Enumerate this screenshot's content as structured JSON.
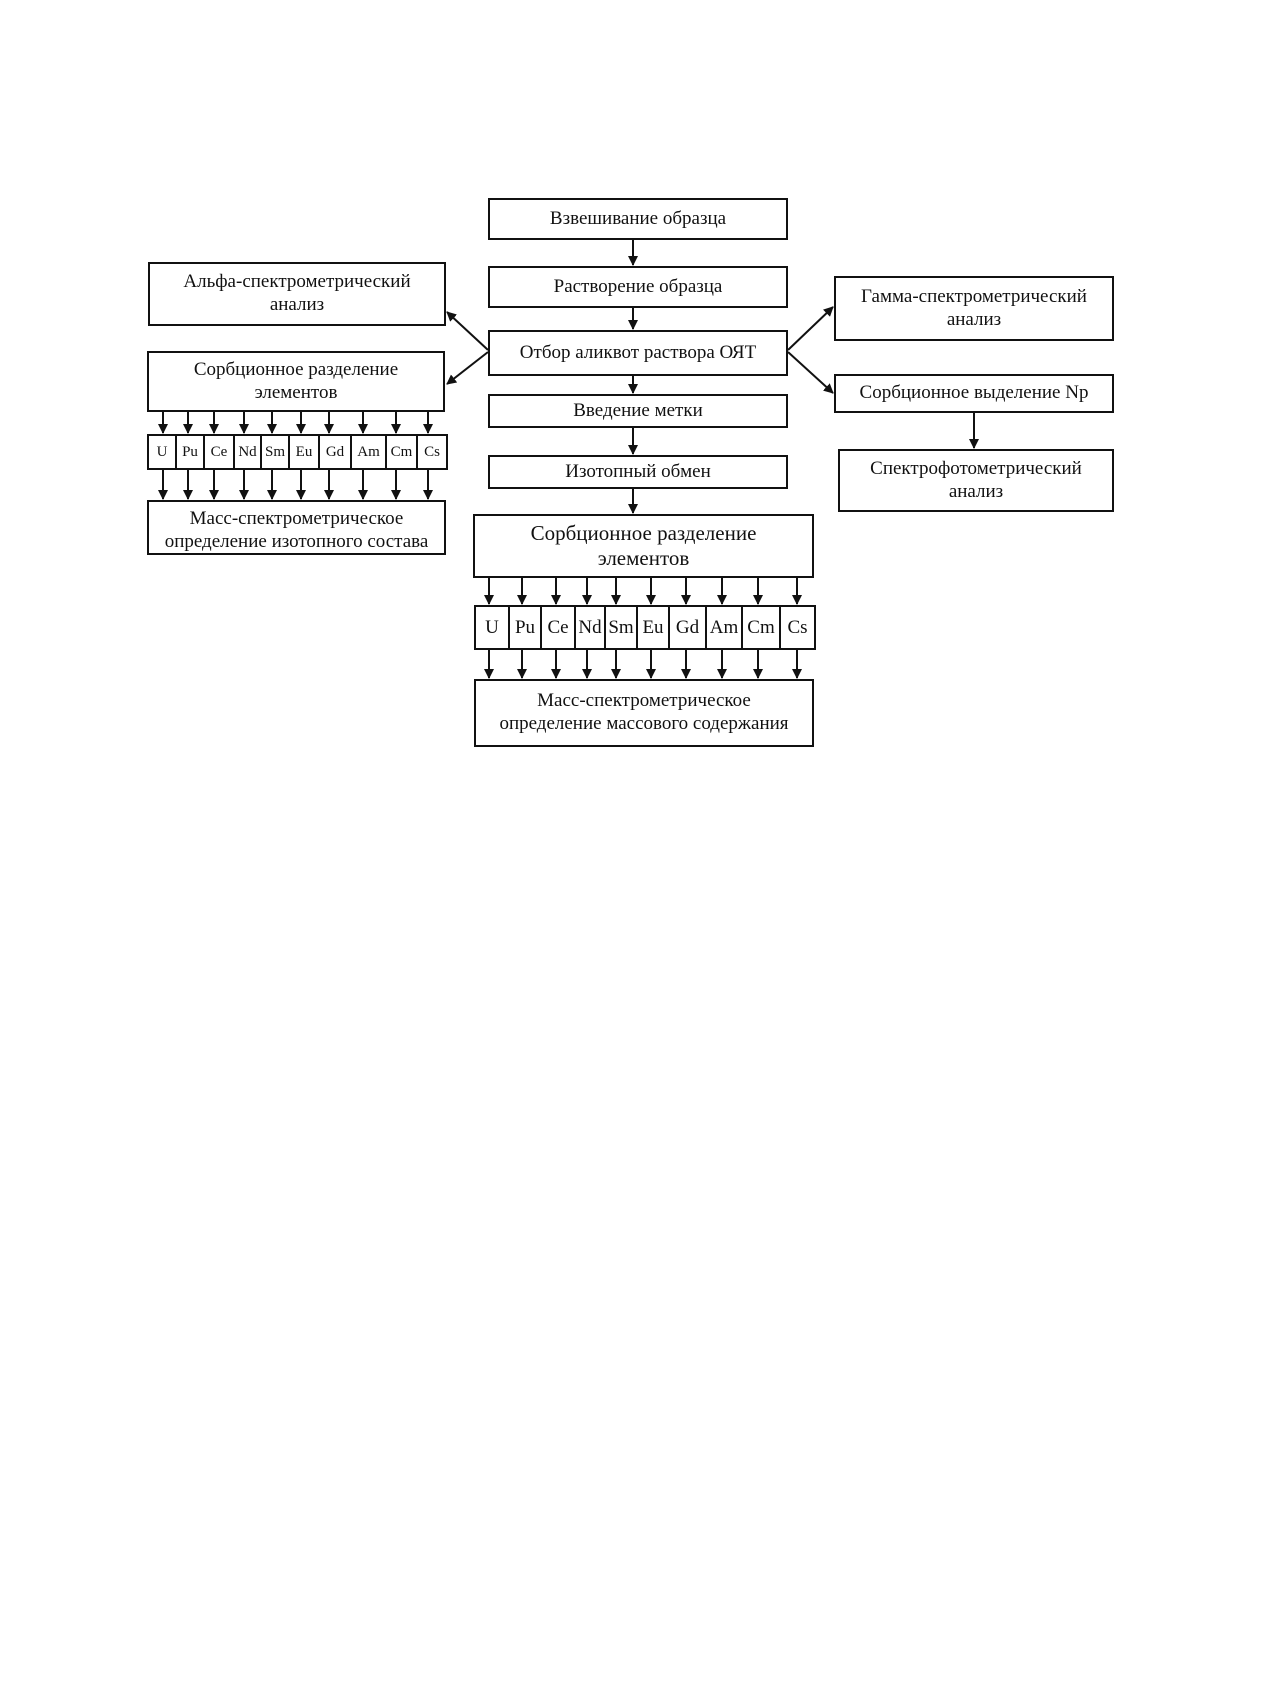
{
  "colors": {
    "line": "#111111",
    "background": "#ffffff"
  },
  "center": {
    "weigh": "Взвешивание образца",
    "dissolve": "Растворение образца",
    "aliquot": "Отбор аликвот  раствора ОЯТ",
    "label": "Введение метки",
    "exchange": "Изотопный обмен",
    "sorption": "Сорбционное разделение\nэлементов",
    "mass_spec": "Масс-спектрометрическое\nопределение массового содержания"
  },
  "left": {
    "alpha": "Альфа-спектрометрический\nанализ",
    "sorption": "Сорбционное разделение\nэлементов",
    "mass_spec": "Масс-спектрометрическое\nопределение изотопного состава"
  },
  "right": {
    "gamma": "Гамма-спектрометрический\nанализ",
    "np": "Сорбционное выделение Np",
    "spectrophoto": "Спектрофотометрический\nанализ"
  },
  "elements": [
    "U",
    "Pu",
    "Ce",
    "Nd",
    "Sm",
    "Eu",
    "Gd",
    "Am",
    "Cm",
    "Cs"
  ]
}
